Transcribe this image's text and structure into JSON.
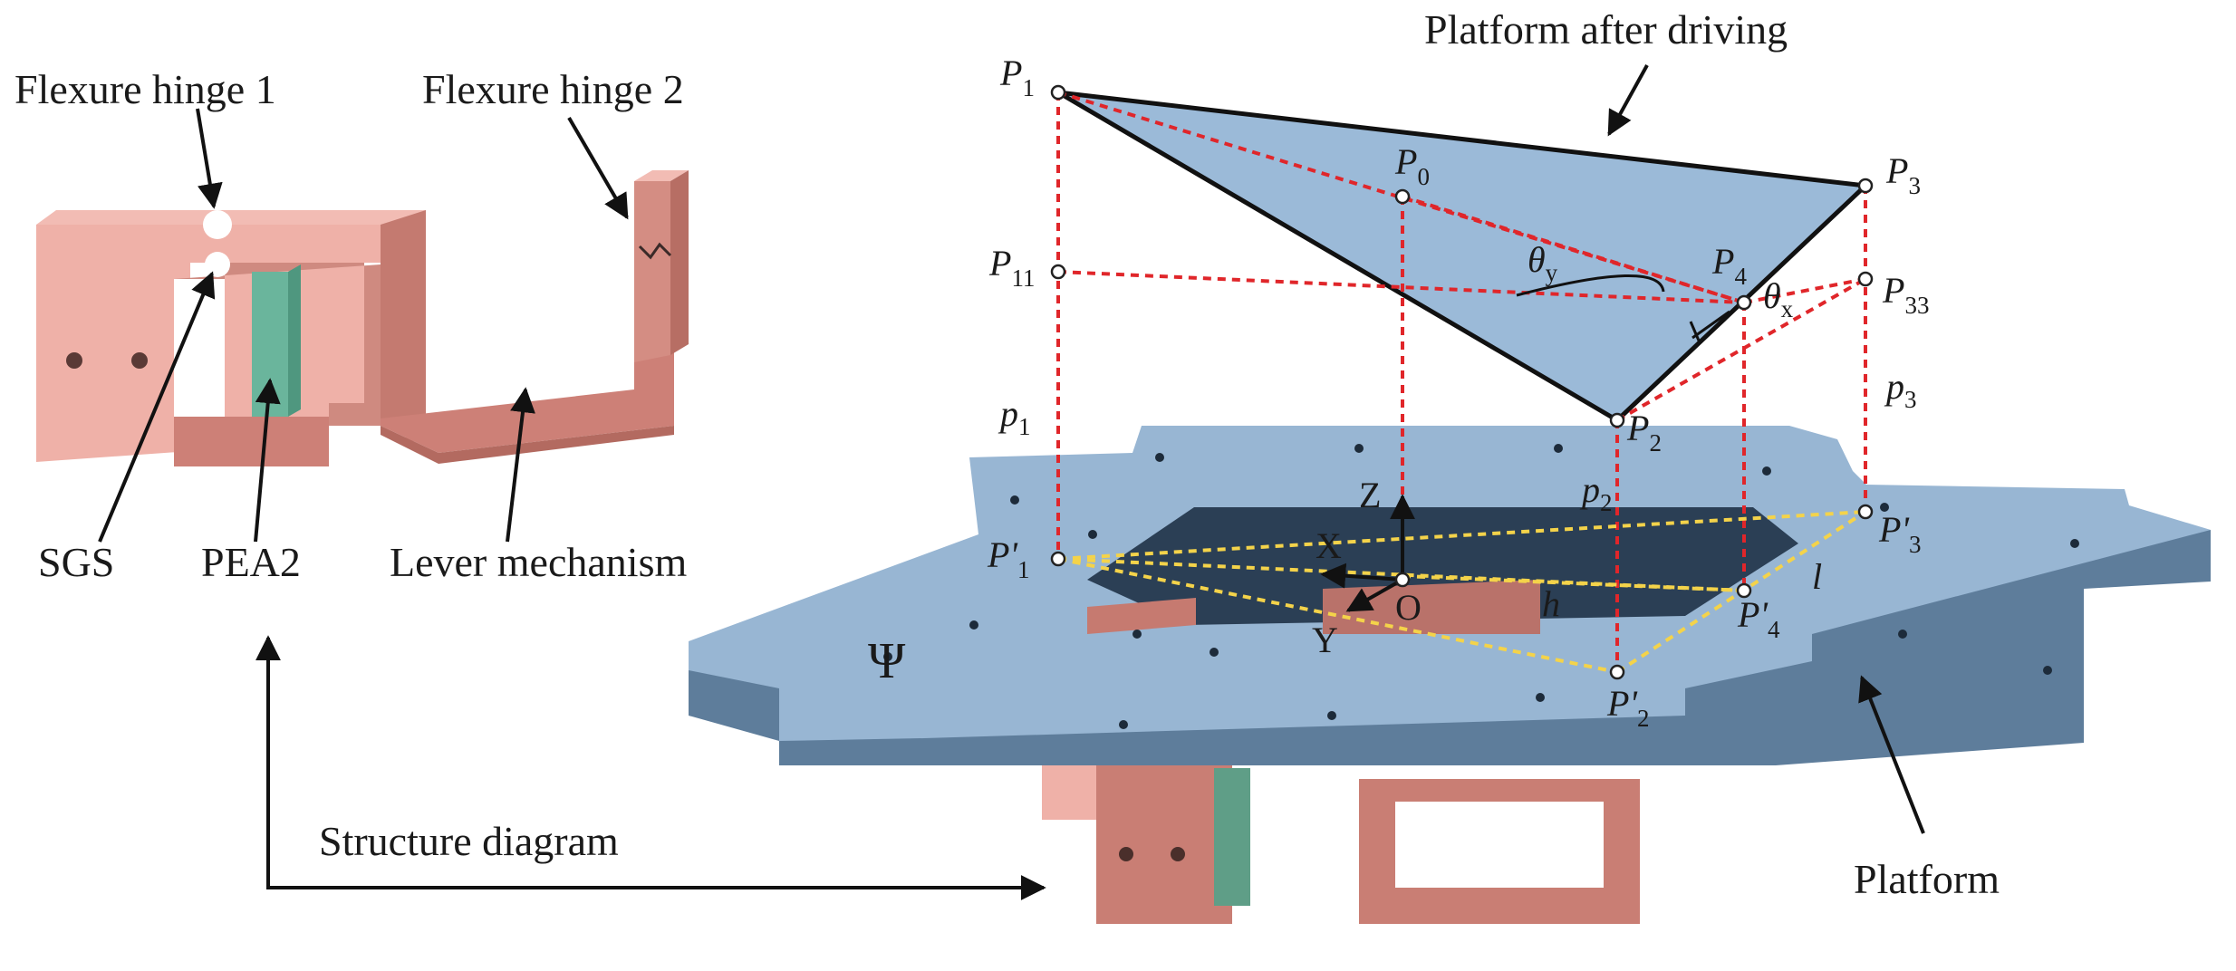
{
  "component_labels": {
    "flexure_hinge_1": "Flexure hinge 1",
    "flexure_hinge_2": "Flexure hinge 2",
    "sgs": "SGS",
    "pea2": "PEA2",
    "lever_mechanism": "Lever mechanism",
    "structure_diagram": "Structure diagram",
    "platform_after_driving": "Platform after driving",
    "platform": "Platform",
    "psi": "Ψ"
  },
  "points": {
    "p1": {
      "base": "P",
      "sub": "1"
    },
    "p0": {
      "base": "P",
      "sub": "0"
    },
    "p3": {
      "base": "P",
      "sub": "3"
    },
    "p11": {
      "base": "P",
      "sub": "11"
    },
    "p4": {
      "base": "P",
      "sub": "4"
    },
    "p33": {
      "base": "P",
      "sub": "33"
    },
    "p2": {
      "base": "P",
      "sub": "2"
    },
    "p1_prime": {
      "base": "P'",
      "sub": "1"
    },
    "p2_prime": {
      "base": "P'",
      "sub": "2"
    },
    "p3_prime": {
      "base": "P'",
      "sub": "3"
    },
    "p4_prime": {
      "base": "P'",
      "sub": "4"
    }
  },
  "lengths": {
    "len_p1": {
      "base": "p",
      "sub": "1"
    },
    "len_p2": {
      "base": "p",
      "sub": "2"
    },
    "len_p3": {
      "base": "p",
      "sub": "3"
    },
    "h": "h",
    "l": "l"
  },
  "angles": {
    "theta_y": {
      "base": "θ",
      "sub": "y"
    },
    "theta_x": {
      "base": "θ",
      "sub": "x"
    }
  },
  "axes": {
    "z": "Z",
    "x": "X",
    "y": "Y",
    "origin": "O"
  },
  "colors": {
    "tilted_plane": "#9bbad8",
    "platform_top": "#98b6d3",
    "platform_side": "#6f8daa",
    "flexure_body": "#cd8077",
    "flexure_light": "#efb1a8",
    "pea": "#6ab59c",
    "red_dash": "#e0262a",
    "yellow_dash": "#f4d34a"
  }
}
